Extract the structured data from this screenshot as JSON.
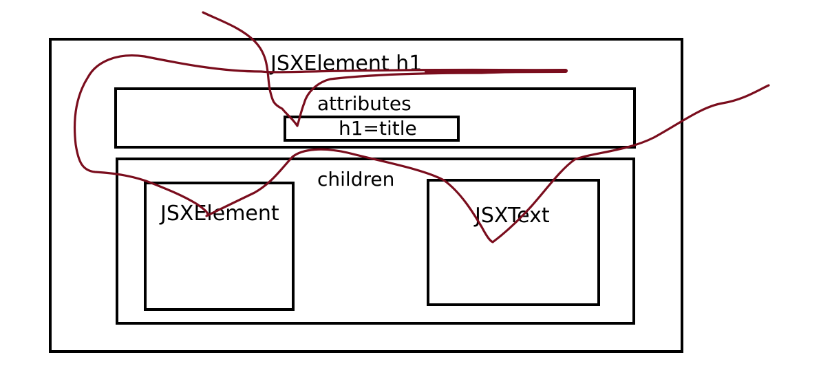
{
  "diagram": {
    "root_label": "JSXElement h1",
    "attributes_label": "attributes",
    "attribute_item_label": "h1=title",
    "children_label": "children",
    "child_element_label": "JSXElement",
    "child_text_label": "JSXText"
  },
  "colors": {
    "box_stroke": "#000000",
    "annotation_stroke": "#7a0d1d",
    "background": "#ffffff"
  }
}
